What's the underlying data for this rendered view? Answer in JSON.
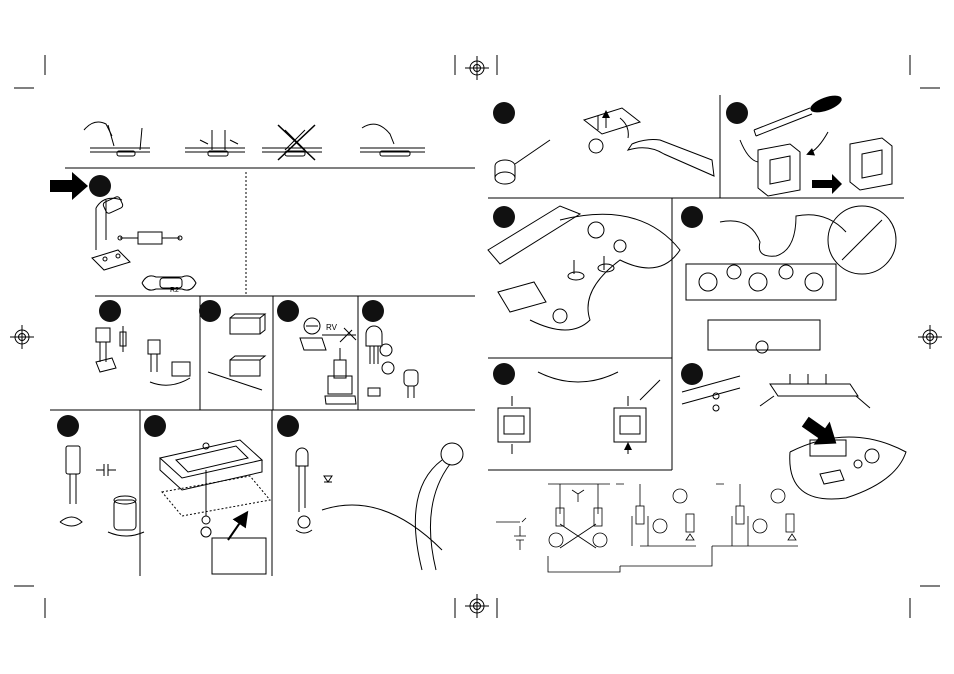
{
  "labels": {
    "resistor_code": "R2",
    "trimmer": "RV"
  },
  "colors": {
    "ink": "#000000",
    "paper": "#ffffff",
    "step_badge": "#111111"
  },
  "icons": {
    "registration_mark": "crosshair-circle",
    "crop_mark": "corner-tick",
    "arrow_big": "solid-right-arrow",
    "soldering_iron": "soldering-iron-tip",
    "file_tool": "hand-file"
  }
}
